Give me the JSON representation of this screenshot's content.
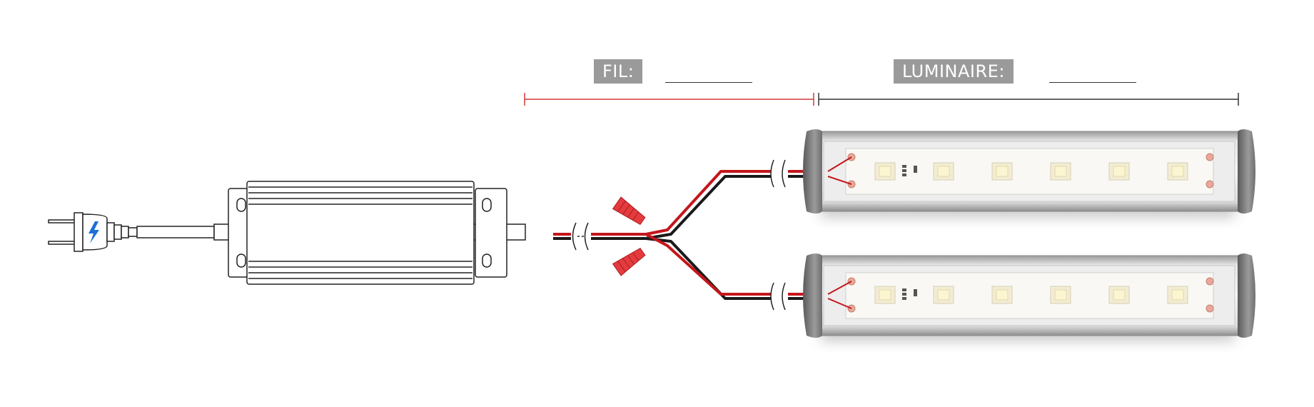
{
  "labels": {
    "wire": "FIL:",
    "fixture": "LUMINAIRE:"
  },
  "colors": {
    "wire_red": "#c4161c",
    "wire_black": "#1a1a1a",
    "connector": "#e53b3e",
    "measure_red": "#d23a3a",
    "label_bg": "#9a9a9a",
    "plug_bolt": "#1d6fd6"
  },
  "icons": [
    "lightning-bolt-icon",
    "wire-break-icon",
    "wire-nut-icon"
  ],
  "leds_per_fixture": 6
}
